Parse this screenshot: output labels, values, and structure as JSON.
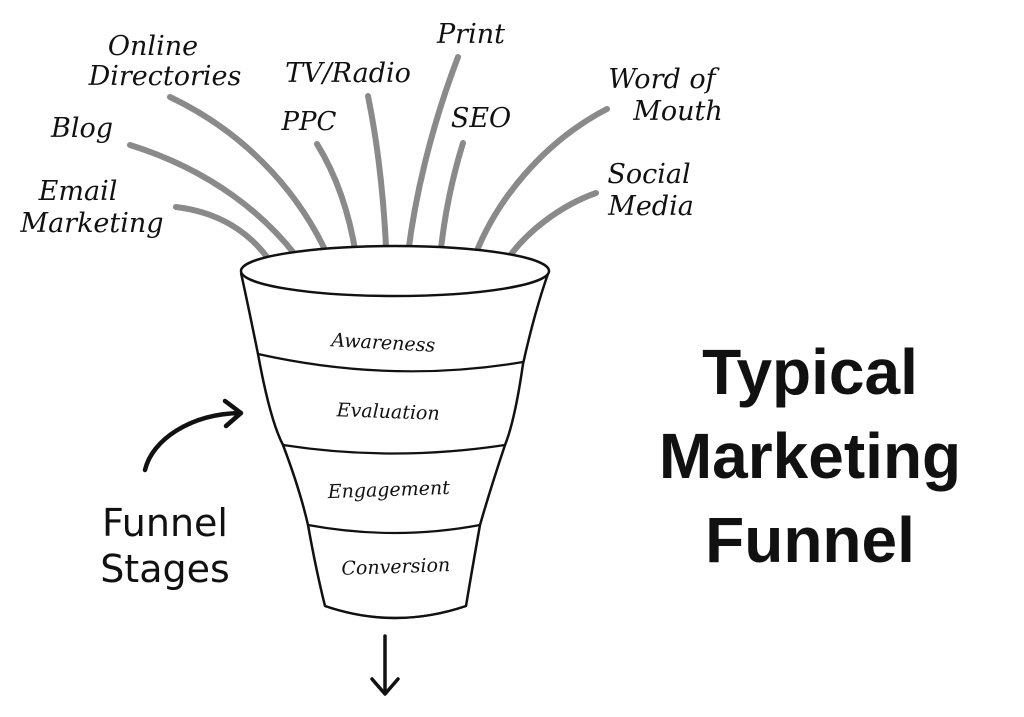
{
  "channels": [
    "Email",
    "Marketing",
    "Blog",
    "Online",
    "Directories",
    "PPC",
    "TV/Radio",
    "Print",
    "SEO",
    "Word of",
    "Mouth",
    "Social",
    "Media"
  ],
  "stages": [
    "Awareness",
    "Evaluation",
    "Engagement",
    "Conversion"
  ],
  "title": {
    "line1": "Typical",
    "line2": "Marketing",
    "line3": "Funnel"
  },
  "caption": {
    "line1": "Funnel",
    "line2": "Stages"
  }
}
